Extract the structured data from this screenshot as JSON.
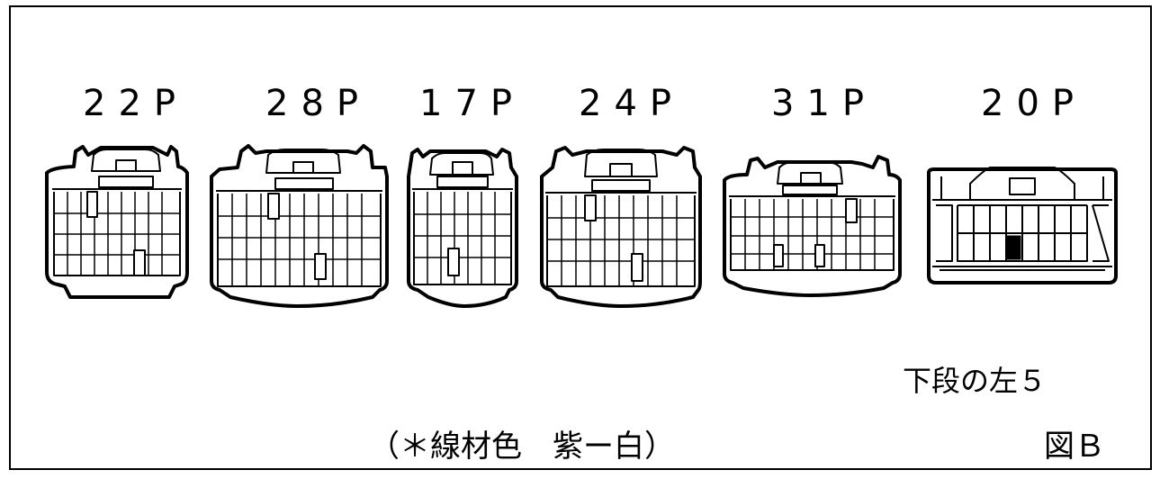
{
  "connectors": [
    {
      "label": "22P"
    },
    {
      "label": "28P"
    },
    {
      "label": "17P"
    },
    {
      "label": "24P"
    },
    {
      "label": "31P"
    },
    {
      "label": "20P"
    }
  ],
  "notes": {
    "position_note": "下段の左５",
    "wire_color_note": "（＊線材色　紫ー白）",
    "figure_label": "図Ｂ"
  }
}
